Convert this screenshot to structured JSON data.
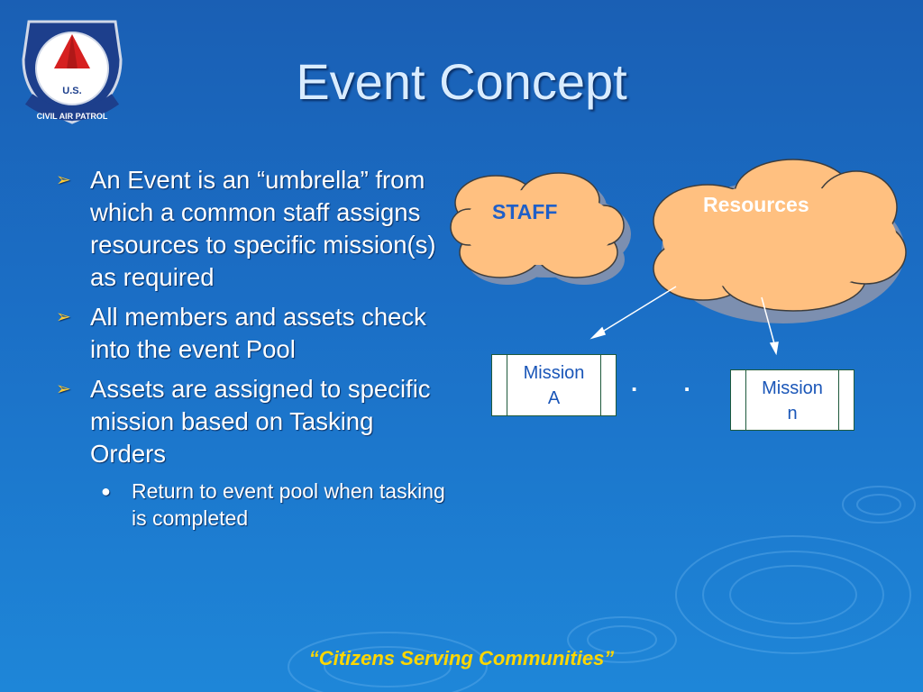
{
  "slide": {
    "title": "Event Concept",
    "logo": {
      "top_text": "U.S.",
      "ring_text": "CIVIL AIR PATROL"
    },
    "bullets": [
      {
        "text": "An Event is an “umbrella” from which a common staff assigns resources to specific mission(s) as required"
      },
      {
        "text": "All members and assets check into the event Pool"
      },
      {
        "text": "Assets are assigned to specific mission based on Tasking Orders"
      }
    ],
    "sub_bullets": [
      {
        "text": "Return to event pool when tasking is completed"
      }
    ],
    "diagram": {
      "staff_label": "STAFF",
      "resources_label": "Resources",
      "mission_a_line1": "Mission",
      "mission_a_line2": "A",
      "mission_n_line1": "Mission",
      "mission_n_line2": "n",
      "ellipsis": ". . ."
    },
    "footer": "“Citizens Serving Communities”",
    "colors": {
      "background": "#1b6fc6",
      "cloud": "#ffc080",
      "footer": "#ffd700",
      "bullet_arrow": "#ffcc33"
    }
  }
}
